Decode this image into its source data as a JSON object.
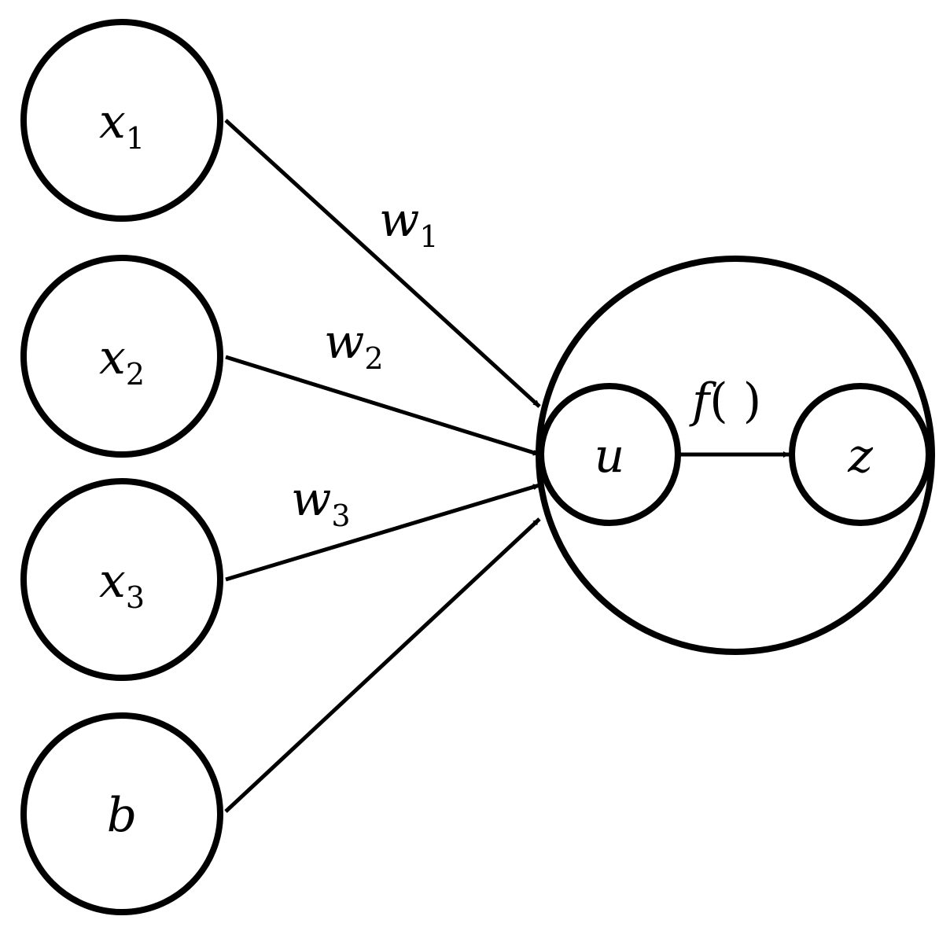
{
  "inputs": [
    {
      "symbol": "x",
      "subscript": "1"
    },
    {
      "symbol": "x",
      "subscript": "2"
    },
    {
      "symbol": "x",
      "subscript": "3"
    },
    {
      "symbol": "b",
      "subscript": ""
    }
  ],
  "weights": [
    {
      "symbol": "w",
      "subscript": "1"
    },
    {
      "symbol": "w",
      "subscript": "2"
    },
    {
      "symbol": "w",
      "subscript": "3"
    }
  ],
  "neuron": {
    "input_sum": "u",
    "output": "z",
    "activation_name": "f",
    "activation_parens": "( )"
  },
  "colors": {
    "stroke": "#000000",
    "background": "#ffffff"
  }
}
